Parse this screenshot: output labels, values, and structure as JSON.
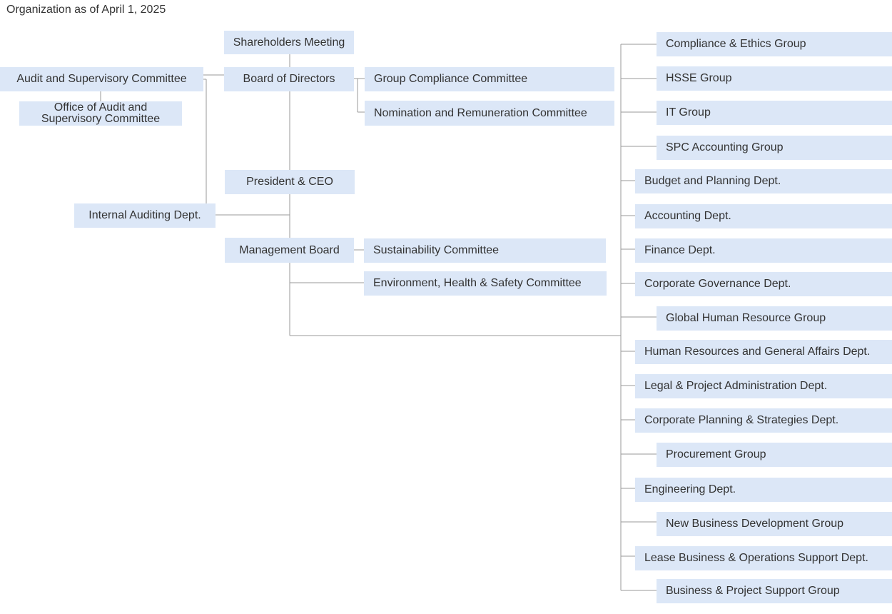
{
  "title": "Organization as of April 1, 2025",
  "nodes": {
    "shareholders": "Shareholders Meeting",
    "board": "Board of Directors",
    "audit_committee": "Audit and Supervisory Committee",
    "office_audit_line1": "Office of Audit and",
    "office_audit_line2": "Supervisory Committee",
    "group_compliance": "Group Compliance Committee",
    "nomination": "Nomination and Remuneration Committee",
    "president": "President & CEO",
    "internal_audit": "Internal Auditing Dept.",
    "management_board": "Management Board",
    "sustainability": "Sustainability Committee",
    "ehs": "Environment, Health & Safety Committee"
  },
  "departments": [
    "Compliance & Ethics Group",
    "HSSE Group",
    "IT Group",
    "SPC Accounting Group",
    "Budget and Planning Dept.",
    "Accounting Dept.",
    "Finance Dept.",
    "Corporate Governance Dept.",
    "Global Human Resource Group",
    "Human Resources and General Affairs Dept.",
    "Legal & Project Administration Dept.",
    "Corporate Planning & Strategies Dept.",
    "Procurement Group",
    "Engineering Dept.",
    "New Business Development Group",
    "Lease Business & Operations Support Dept.",
    "Business & Project Support Group"
  ],
  "colors": {
    "box": "#dce7f7",
    "line": "#9a9a9a",
    "text": "#333333"
  }
}
